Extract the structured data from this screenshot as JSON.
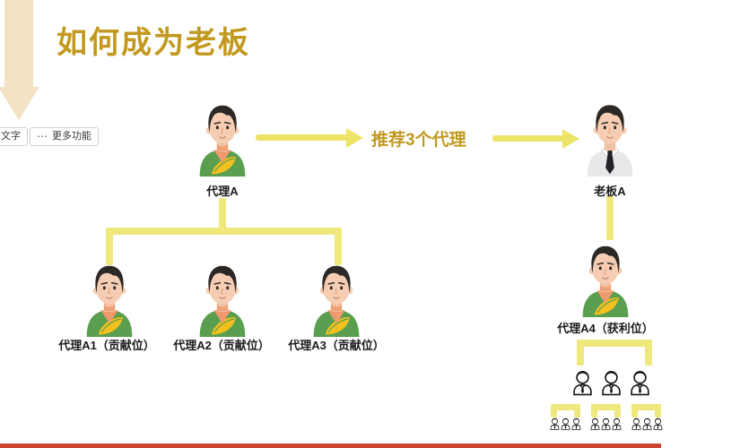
{
  "title": "如何成为老板",
  "toolbar": {
    "text_button_label": "文字",
    "more_icon": "⋯",
    "more_button_label": "更多功能"
  },
  "flow_label": "推荐3个代理",
  "labels": {
    "agent_a": "代理A",
    "boss_a": "老板A",
    "agent_a1": "代理A1（贡献位）",
    "agent_a2": "代理A2（贡献位）",
    "agent_a3": "代理A3（贡献位）",
    "agent_a4": "代理A4（获利位）"
  },
  "colors": {
    "gold": "#c2991e",
    "line-yellow": "#efe87c",
    "arrow-yellow": "#ece466",
    "tan": "#f3e2c4",
    "label": "#1a1a1a",
    "progress-red": "#cc4433",
    "shirt-green": "#5a9e50",
    "skin": "#f6cdb2",
    "hair": "#2c2826",
    "boss-shirt": "#e8e8eb",
    "tie": "#232327"
  }
}
